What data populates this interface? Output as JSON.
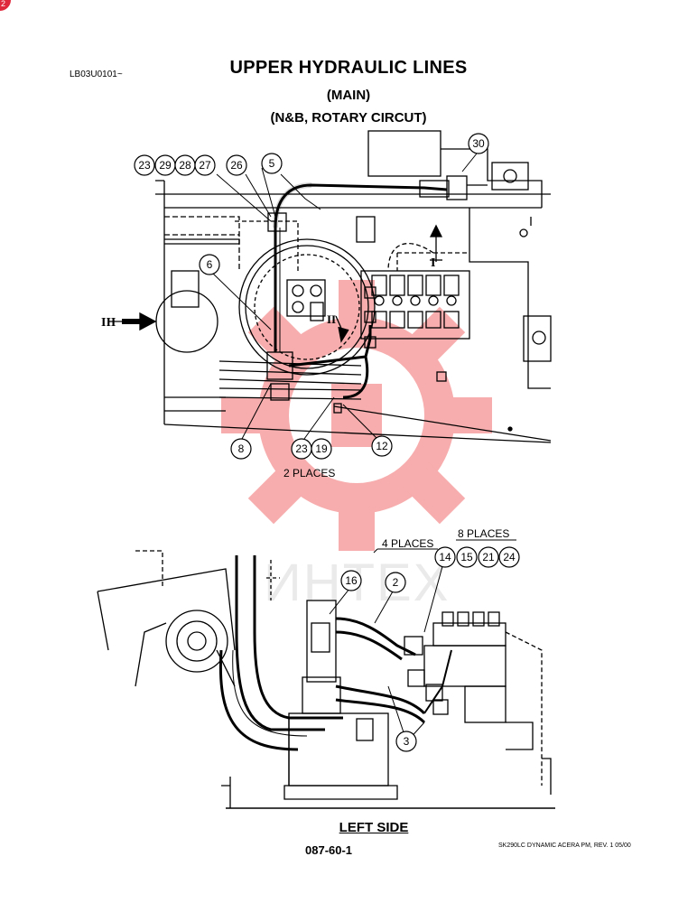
{
  "corner_badge": "2",
  "doc_code": "LB03U0101~",
  "title": "UPPER HYDRAULIC LINES",
  "subtitle_1": "(MAIN)",
  "subtitle_2": "(N&B, ROTARY CIRCUT)",
  "top_view": {
    "callouts": [
      "23",
      "29",
      "28",
      "27",
      "26",
      "5",
      "30",
      "6",
      "8",
      "23",
      "19",
      "12"
    ],
    "view_labels": [
      "I",
      "II",
      "III"
    ],
    "note": "2 PLACES"
  },
  "lower_view": {
    "callouts": [
      "16",
      "2",
      "14",
      "15",
      "21",
      "24",
      "3"
    ],
    "note_4_places": "4 PLACES",
    "note_8_places": "8 PLACES"
  },
  "watermark": "ИНТЕХ",
  "view_caption": "LEFT SIDE",
  "page_number": "087-60-1",
  "revision_note": "SK290LC DYNAMIC ACERA PM, REV. 1 05/00",
  "colors": {
    "ink": "#000000",
    "watermark_red": "#f26b6b",
    "badge": "#e0283c"
  }
}
